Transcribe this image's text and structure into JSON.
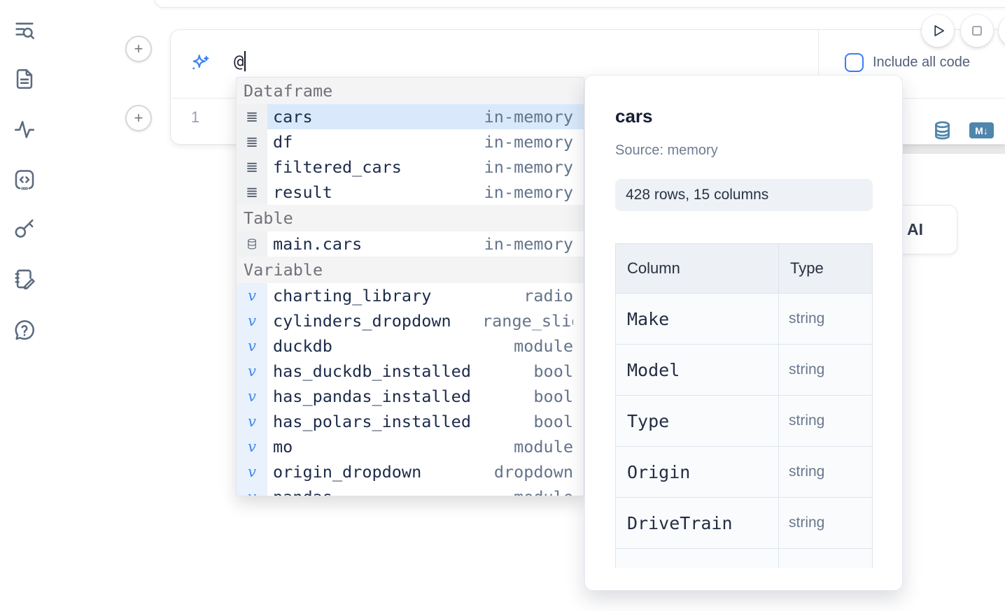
{
  "sidebar": {
    "icons": [
      "list-search-icon",
      "file-document-icon",
      "activity-icon",
      "code-snippets-icon",
      "key-icon",
      "notebook-edit-icon",
      "help-icon"
    ]
  },
  "run_controls": {
    "play_icon": "play-icon",
    "stop_icon": "stop-icon"
  },
  "add_cell": {
    "plus": "+"
  },
  "prompt": {
    "icon": "sparkles-icon",
    "value": "@",
    "include_all_code": {
      "label": "Include all code",
      "checked": false
    }
  },
  "editor": {
    "line_number": "1",
    "output_icons": [
      "database-icon",
      "markdown-icon"
    ],
    "markdown_badge": "M↓"
  },
  "ai_button": {
    "label": "AI"
  },
  "autocomplete": {
    "sections": [
      {
        "label": "Dataframe",
        "kind": "dataframe",
        "icon": "dataframe-icon",
        "items": [
          {
            "name": "cars",
            "type": "in-memory",
            "selected": true
          },
          {
            "name": "df",
            "type": "in-memory"
          },
          {
            "name": "filtered_cars",
            "type": "in-memory"
          },
          {
            "name": "result",
            "type": "in-memory"
          }
        ]
      },
      {
        "label": "Table",
        "kind": "table",
        "icon": "table-icon",
        "items": [
          {
            "name": "main.cars",
            "type": "in-memory"
          }
        ]
      },
      {
        "label": "Variable",
        "kind": "variable",
        "icon": "variable-icon",
        "items": [
          {
            "name": "charting_library",
            "type": "radio"
          },
          {
            "name": "cylinders_dropdown",
            "type": "range_slider"
          },
          {
            "name": "duckdb",
            "type": "module"
          },
          {
            "name": "has_duckdb_installed",
            "type": "bool"
          },
          {
            "name": "has_pandas_installed",
            "type": "bool"
          },
          {
            "name": "has_polars_installed",
            "type": "bool"
          },
          {
            "name": "mo",
            "type": "module"
          },
          {
            "name": "origin_dropdown",
            "type": "dropdown"
          },
          {
            "name": "pandas",
            "type": "module"
          }
        ]
      }
    ]
  },
  "preview": {
    "title": "cars",
    "source": "Source: memory",
    "shape": "428 rows, 15 columns",
    "table": {
      "headers": [
        "Column",
        "Type"
      ],
      "rows": [
        [
          "Make",
          "string"
        ],
        [
          "Model",
          "string"
        ],
        [
          "Type",
          "string"
        ],
        [
          "Origin",
          "string"
        ],
        [
          "DriveTrain",
          "string"
        ],
        [
          "",
          ""
        ]
      ]
    }
  },
  "colors": {
    "accent_blue": "#3d7bfa",
    "selection_blue": "#d9e9fb",
    "steel_icon": "#4f86ac",
    "sidebar_icon": "#5c6b80"
  }
}
